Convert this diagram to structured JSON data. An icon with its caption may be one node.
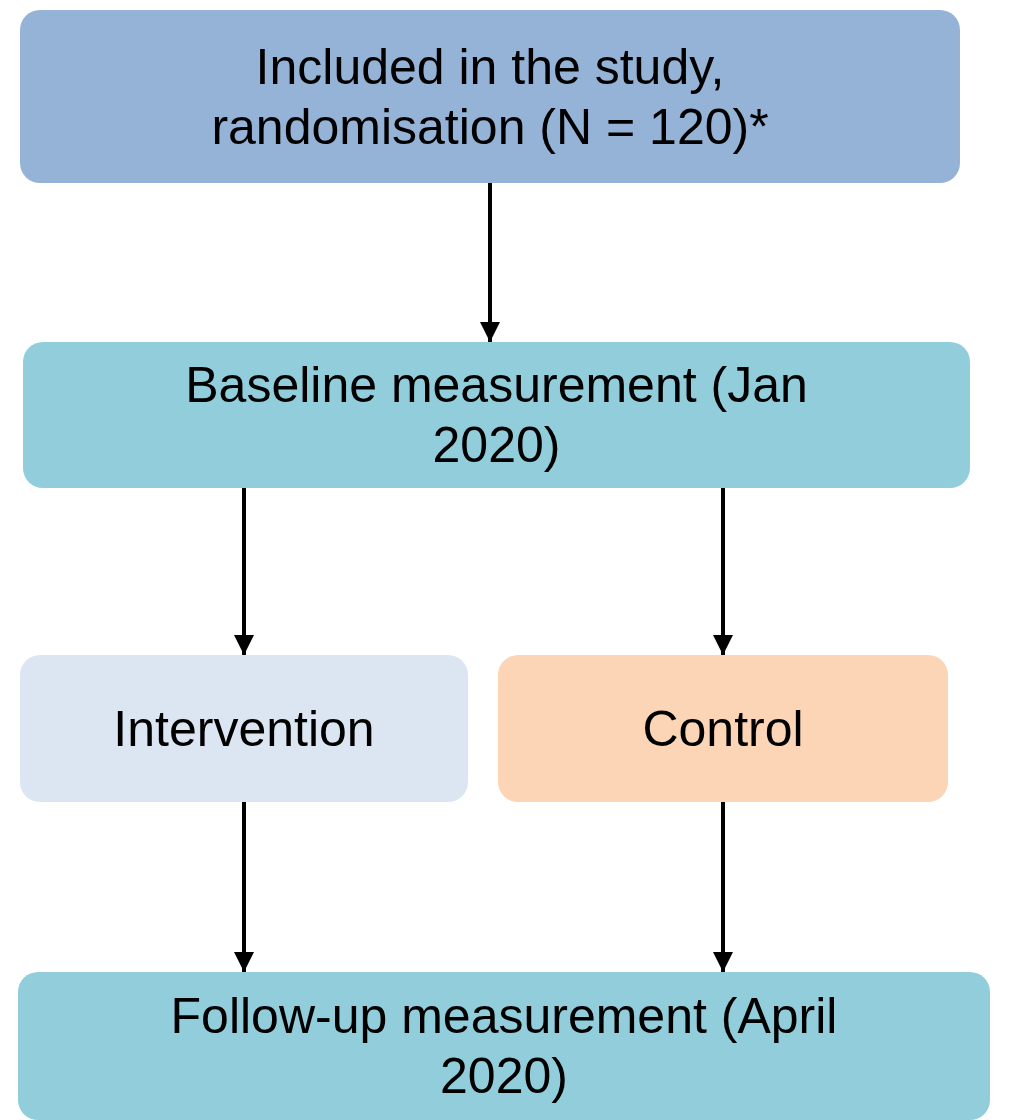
{
  "diagram": {
    "nodes": [
      {
        "text": [
          "Included in the study, randomisation (N = 120)*"
        ]
      },
      {
        "text": [
          "Baseline measurement (Jan 2020)"
        ]
      },
      {
        "text": [
          "Intervention"
        ]
      },
      {
        "text": [
          "Control"
        ]
      },
      {
        "text": [
          "Follow-up measurement (April 2020)"
        ]
      }
    ],
    "edges": [
      {
        "from": 0,
        "to": 1,
        "arrow": "to"
      },
      {
        "from": 1,
        "to": 2,
        "arrow": "to"
      },
      {
        "from": 1,
        "to": 3,
        "arrow": "to"
      },
      {
        "from": 2,
        "to": 4,
        "arrow": "to"
      },
      {
        "from": 3,
        "to": 4,
        "arrow": "to"
      }
    ]
  }
}
